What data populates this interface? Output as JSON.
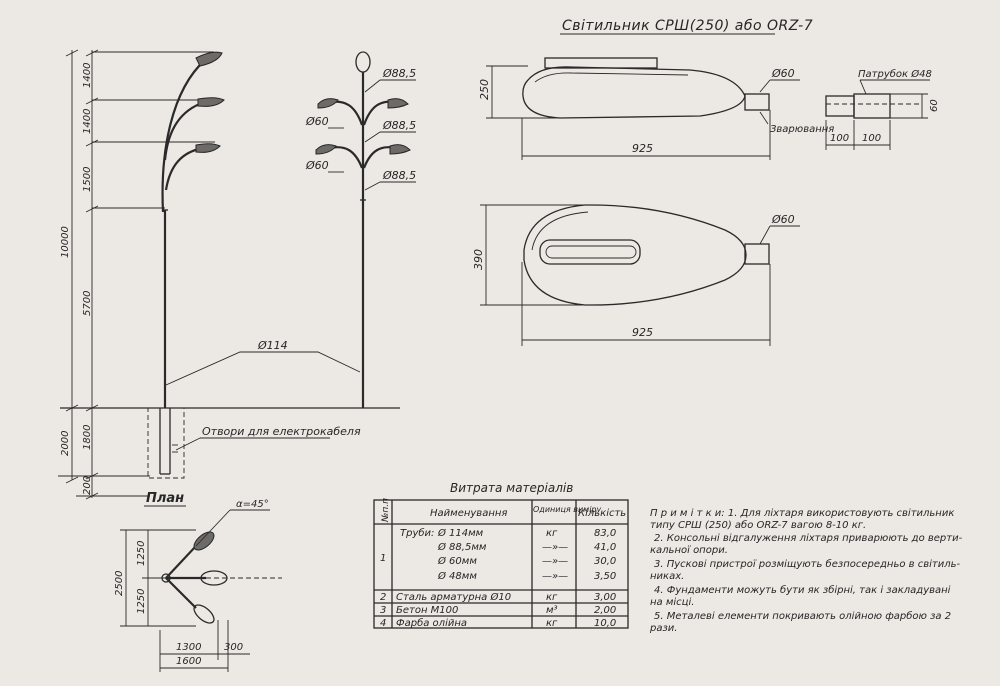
{
  "luminaire_title": "Світильник СРШ(250) або ORZ-7",
  "pole": {
    "heights": [
      "1400",
      "1400",
      "1500",
      "5700",
      "10000",
      "1800",
      "2000",
      "200"
    ],
    "diameters": [
      "Ø88,5",
      "Ø60",
      "Ø88,5",
      "Ø60",
      "Ø88,5"
    ],
    "base_diameter": "Ø114",
    "cable_note": "Отвори для електрокабеля"
  },
  "luminaire_side": {
    "height": "250",
    "length": "925",
    "tube": "Ø60",
    "weld_label": "Зварювання"
  },
  "nozzle": {
    "label": "Патрубок Ø48",
    "height": "60",
    "seg1": "100",
    "seg2": "100"
  },
  "luminaire_plan": {
    "height": "390",
    "length": "925",
    "tube": "Ø60"
  },
  "plan": {
    "title": "План",
    "angle": "α=45°",
    "dims_vertical": [
      "1250",
      "2500",
      "1250"
    ],
    "dims_horizontal": [
      "1300",
      "300",
      "1600"
    ]
  },
  "materials": {
    "title": "Витрата матеріалів",
    "headers": [
      "№п.п",
      "Найменування",
      "Одиниця виміру",
      "Кількість"
    ],
    "tube_label": "Труби:",
    "tube_items": [
      {
        "name": "Ø 114мм",
        "unit": "кг",
        "qty": "83,0"
      },
      {
        "name": "Ø 88,5мм",
        "unit": "—»—",
        "qty": "41,0"
      },
      {
        "name": "Ø 60мм",
        "unit": "—»—",
        "qty": "30,0"
      },
      {
        "name": "Ø 48мм",
        "unit": "—»—",
        "qty": "3,50"
      }
    ],
    "rows": [
      {
        "n": "1",
        "name": "",
        "unit": "",
        "qty": ""
      },
      {
        "n": "2",
        "name": "Сталь арматурна Ø10",
        "unit": "кг",
        "qty": "3,00"
      },
      {
        "n": "3",
        "name": "Бетон М100",
        "unit": "м³",
        "qty": "2,00"
      },
      {
        "n": "4",
        "name": "Фарба олійна",
        "unit": "кг",
        "qty": "10,0"
      }
    ]
  },
  "notes": {
    "lines": [
      "П р и м і т к и: 1. Для ліхтаря використовують світильник",
      "типу СРШ (250) або ORZ-7 вагою 8-10 кг.",
      "2. Консольні відгалуження ліхтаря приварюють до верти-",
      "кальної опори.",
      "3. Пускові пристрої розміщують безпосередньо в світиль-",
      "никах.",
      "4. Фундаменти можуть бути як збірні, так і закладувані",
      "на місці.",
      "5. Металеві елементи покривають олійною фарбою за 2",
      "рази."
    ]
  }
}
